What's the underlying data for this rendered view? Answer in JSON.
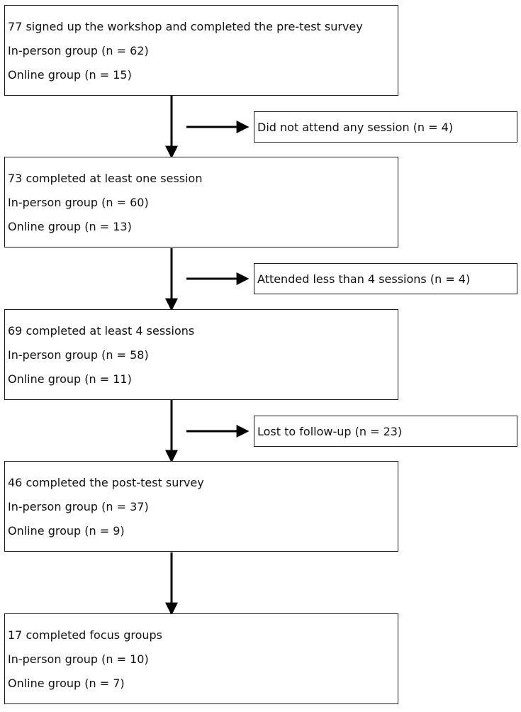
{
  "stages": [
    {
      "title": "77 signed up the workshop and completed the pre-test survey",
      "in_person": "In-person group (n = 62)",
      "online": "Online group (n = 15)"
    },
    {
      "title": "73 completed at least one session",
      "in_person": "In-person group (n = 60)",
      "online": "Online group (n = 13)"
    },
    {
      "title": "69 completed at least 4 sessions",
      "in_person": "In-person group (n = 58)",
      "online": "Online group (n = 11)"
    },
    {
      "title": "46 completed the post-test survey",
      "in_person": "In-person group (n = 37)",
      "online": "Online group (n = 9)"
    },
    {
      "title": "17 completed focus groups",
      "in_person": "In-person group (n = 10)",
      "online": "Online group (n = 7)"
    }
  ],
  "exclusions": [
    {
      "label": "Did not attend any session (n = 4)"
    },
    {
      "label": "Attended less than 4 sessions (n = 4)"
    },
    {
      "label": "Lost to follow-up (n = 23)"
    }
  ],
  "colors": {
    "stroke": "#1a1a1a",
    "arrow": "#000000",
    "text": "#111111",
    "background": "#ffffff"
  }
}
